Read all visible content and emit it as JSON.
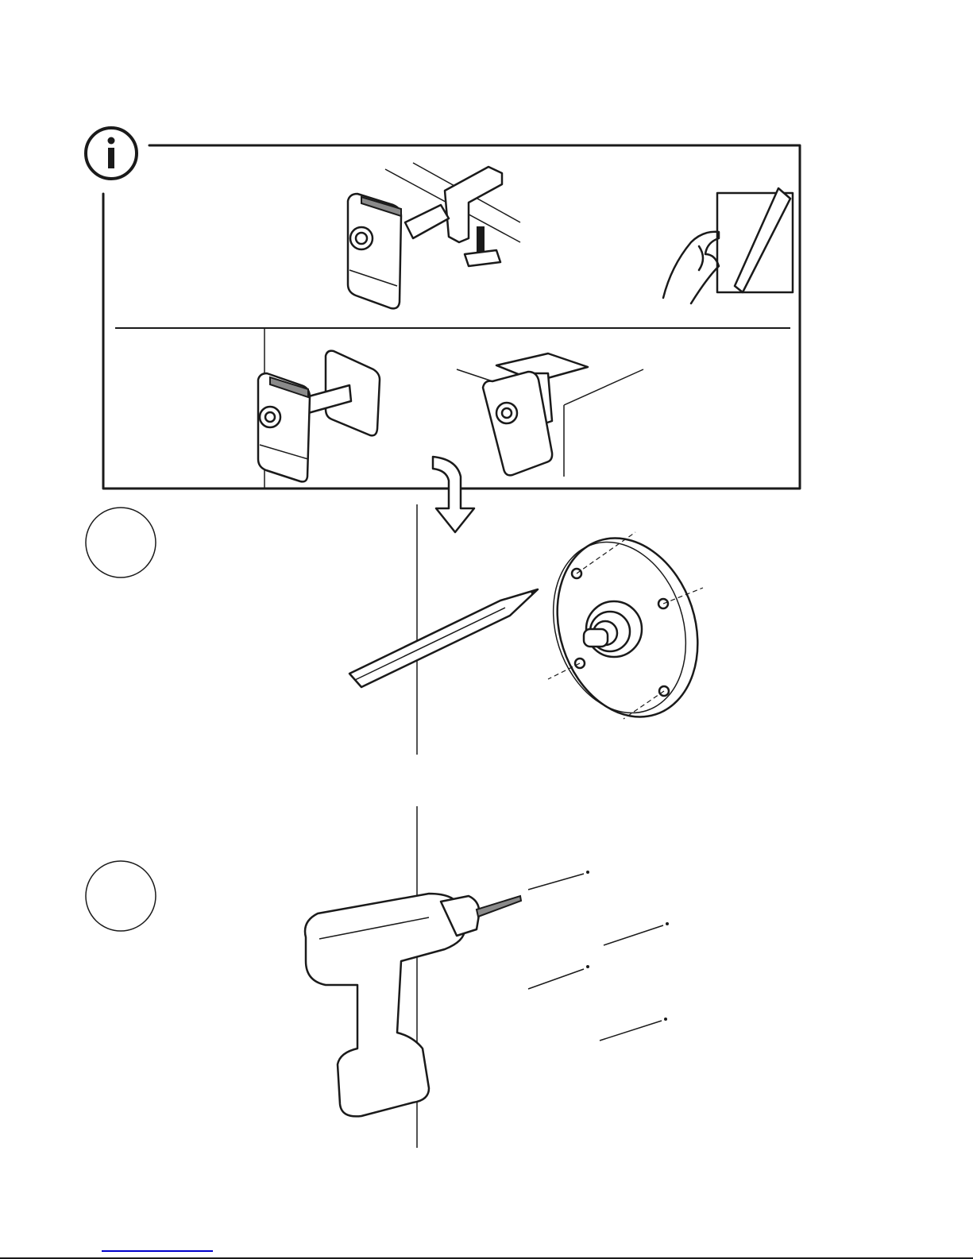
{
  "page": {
    "info_icon": "info-icon",
    "steps": [
      {
        "icon": "step-1-circle",
        "illustration": "mark-drill-holes-with-pencil"
      },
      {
        "icon": "step-2-circle",
        "illustration": "drill-holes"
      }
    ],
    "mount_options": [
      "clamp-mount",
      "wall-mount",
      "ceiling-mount"
    ],
    "colors": {
      "line": "#1a1a1a",
      "link": "#0000cc"
    }
  }
}
